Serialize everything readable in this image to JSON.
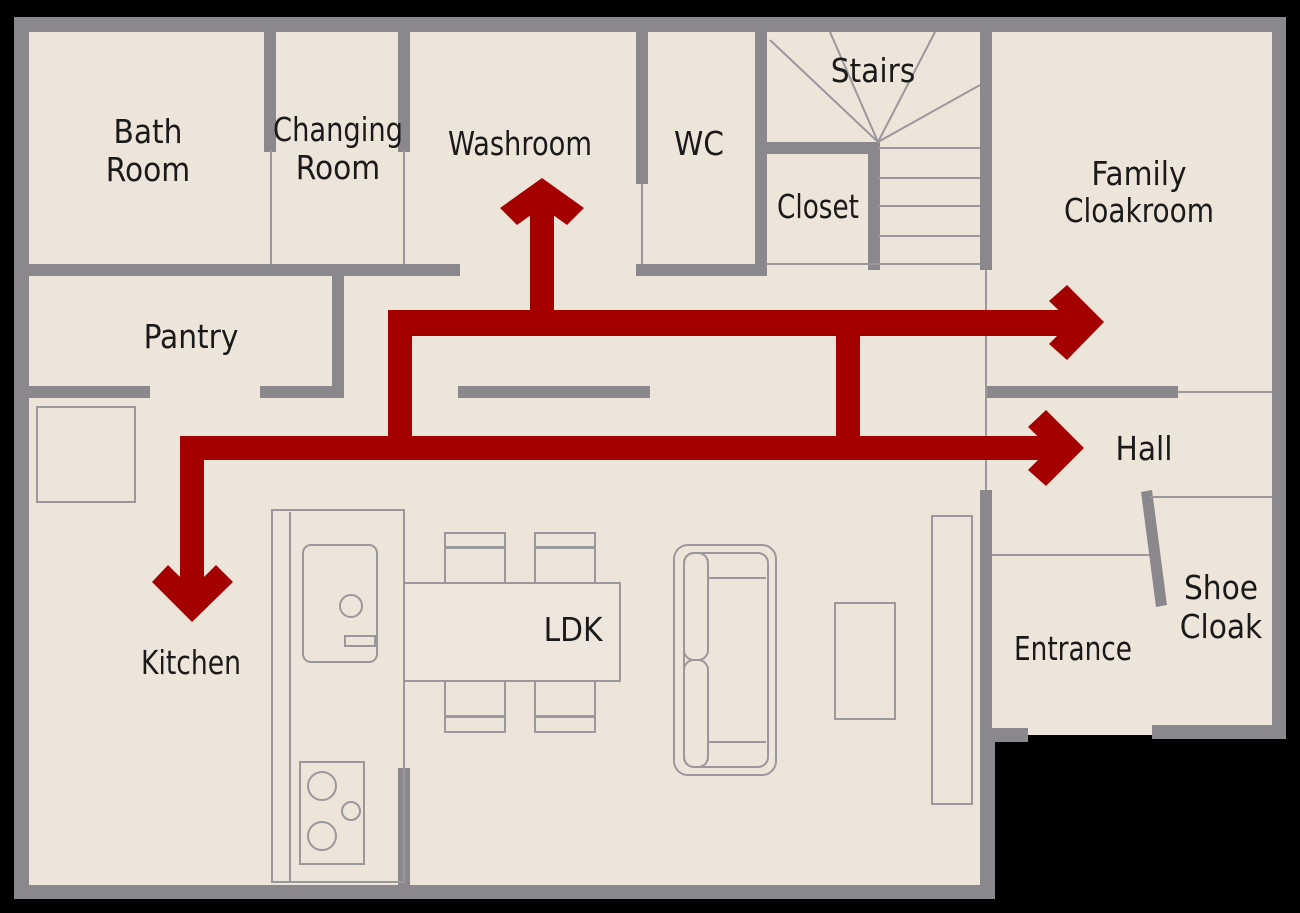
{
  "colors": {
    "background": "#000000",
    "floor": "#ede5da",
    "wall": "#8a888c",
    "route": "#a50000",
    "text": "#1a1a1a"
  },
  "rooms": {
    "bath_line1": "Bath",
    "bath_line2": "Room",
    "changing_line1": "Changing",
    "changing_line2": "Room",
    "washroom": "Washroom",
    "wc": "WC",
    "stairs": "Stairs",
    "closet": "Closet",
    "family_line1": "Family",
    "family_line2": "Cloakroom",
    "pantry": "Pantry",
    "hall": "Hall",
    "shoe_line1": "Shoe",
    "shoe_line2": "Cloak",
    "entrance": "Entrance",
    "ldk": "LDK",
    "kitchen": "Kitchen"
  },
  "icons": {
    "route_arrows": "arrow-icon"
  }
}
